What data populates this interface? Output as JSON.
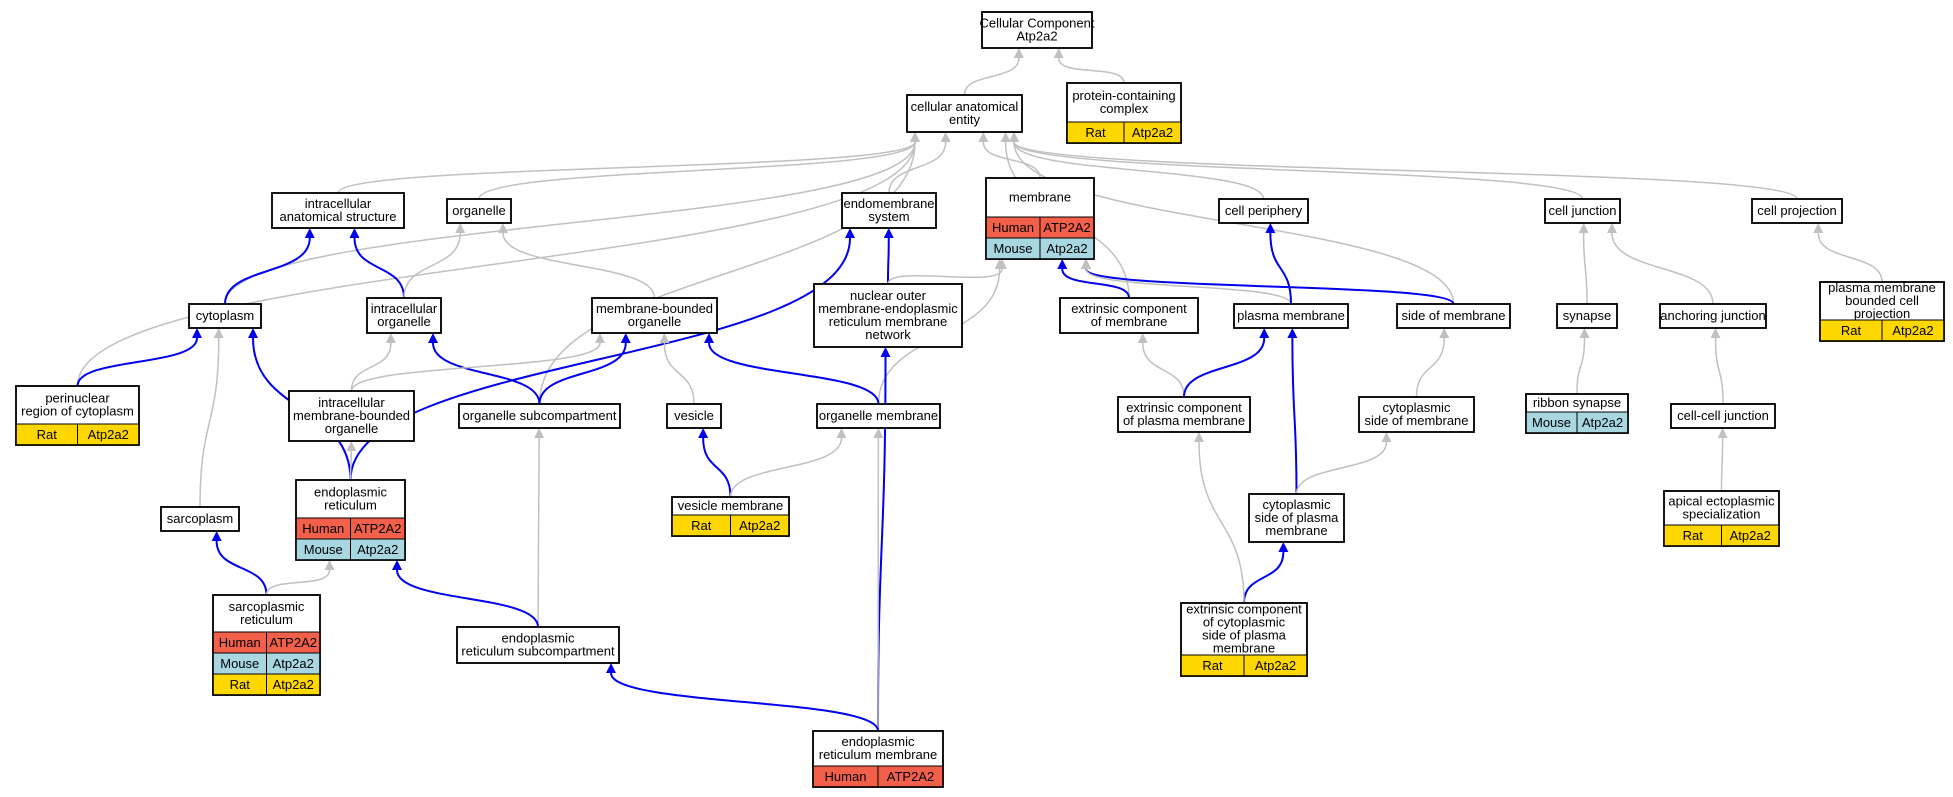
{
  "colors": {
    "human": "#f26049",
    "mouse": "#a8d7e2",
    "rat": "#ffd700",
    "edge_is_a": "#c0c0c0",
    "edge_part_of": "#0000ee"
  },
  "nodes": [
    {
      "id": "root",
      "lines": [
        "Cellular Component",
        "Atp2a2"
      ],
      "rows": []
    },
    {
      "id": "cae",
      "lines": [
        "cellular anatomical",
        "entity"
      ],
      "rows": []
    },
    {
      "id": "pcc",
      "lines": [
        "protein-containing",
        "complex"
      ],
      "rows": [
        {
          "sp": "rat",
          "species": "Rat",
          "gene": "Atp2a2"
        }
      ]
    },
    {
      "id": "ias",
      "lines": [
        "intracellular",
        "anatomical structure"
      ],
      "rows": []
    },
    {
      "id": "organelle",
      "lines": [
        "organelle"
      ],
      "rows": []
    },
    {
      "id": "endosys",
      "lines": [
        "endomembrane",
        "system"
      ],
      "rows": []
    },
    {
      "id": "membrane",
      "lines": [
        "membrane"
      ],
      "rows": [
        {
          "sp": "human",
          "species": "Human",
          "gene": "ATP2A2"
        },
        {
          "sp": "mouse",
          "species": "Mouse",
          "gene": "Atp2a2"
        }
      ]
    },
    {
      "id": "cellper",
      "lines": [
        "cell periphery"
      ],
      "rows": []
    },
    {
      "id": "celljunc",
      "lines": [
        "cell junction"
      ],
      "rows": []
    },
    {
      "id": "cellproj",
      "lines": [
        "cell projection"
      ],
      "rows": []
    },
    {
      "id": "cytoplasm",
      "lines": [
        "cytoplasm"
      ],
      "rows": []
    },
    {
      "id": "intorg",
      "lines": [
        "intracellular",
        "organelle"
      ],
      "rows": []
    },
    {
      "id": "mbo",
      "lines": [
        "membrane-bounded",
        "organelle"
      ],
      "rows": []
    },
    {
      "id": "nomerm",
      "lines": [
        "nuclear outer",
        "membrane-endoplasmic",
        "reticulum membrane",
        "network"
      ],
      "rows": []
    },
    {
      "id": "ecm",
      "lines": [
        "extrinsic component",
        "of membrane"
      ],
      "rows": []
    },
    {
      "id": "pm",
      "lines": [
        "plasma membrane"
      ],
      "rows": []
    },
    {
      "id": "som",
      "lines": [
        "side of membrane"
      ],
      "rows": []
    },
    {
      "id": "synapse",
      "lines": [
        "synapse"
      ],
      "rows": []
    },
    {
      "id": "anchjunc",
      "lines": [
        "anchoring junction"
      ],
      "rows": []
    },
    {
      "id": "pmbcp",
      "lines": [
        "plasma membrane",
        "bounded cell",
        "projection"
      ],
      "rows": [
        {
          "sp": "rat",
          "species": "Rat",
          "gene": "Atp2a2"
        }
      ]
    },
    {
      "id": "perinuc",
      "lines": [
        "perinuclear",
        "region of cytoplasm"
      ],
      "rows": [
        {
          "sp": "rat",
          "species": "Rat",
          "gene": "Atp2a2"
        }
      ]
    },
    {
      "id": "imbo",
      "lines": [
        "intracellular",
        "membrane-bounded",
        "organelle"
      ],
      "rows": []
    },
    {
      "id": "orgsub",
      "lines": [
        "organelle subcompartment"
      ],
      "rows": []
    },
    {
      "id": "vesicle",
      "lines": [
        "vesicle"
      ],
      "rows": []
    },
    {
      "id": "orgmem",
      "lines": [
        "organelle membrane"
      ],
      "rows": []
    },
    {
      "id": "ecpm",
      "lines": [
        "extrinsic component",
        "of plasma membrane"
      ],
      "rows": []
    },
    {
      "id": "csm",
      "lines": [
        "cytoplasmic",
        "side of membrane"
      ],
      "rows": []
    },
    {
      "id": "ribbon",
      "lines": [
        "ribbon synapse"
      ],
      "rows": [
        {
          "sp": "mouse",
          "species": "Mouse",
          "gene": "Atp2a2"
        }
      ]
    },
    {
      "id": "ccjunc",
      "lines": [
        "cell-cell junction"
      ],
      "rows": []
    },
    {
      "id": "er",
      "lines": [
        "endoplasmic",
        "reticulum"
      ],
      "rows": [
        {
          "sp": "human",
          "species": "Human",
          "gene": "ATP2A2"
        },
        {
          "sp": "mouse",
          "species": "Mouse",
          "gene": "Atp2a2"
        }
      ]
    },
    {
      "id": "sarcoplasm",
      "lines": [
        "sarcoplasm"
      ],
      "rows": []
    },
    {
      "id": "vesmem",
      "lines": [
        "vesicle membrane"
      ],
      "rows": [
        {
          "sp": "rat",
          "species": "Rat",
          "gene": "Atp2a2"
        }
      ]
    },
    {
      "id": "cspm",
      "lines": [
        "cytoplasmic",
        "side of plasma",
        "membrane"
      ],
      "rows": []
    },
    {
      "id": "aes",
      "lines": [
        "apical ectoplasmic",
        "specialization"
      ],
      "rows": [
        {
          "sp": "rat",
          "species": "Rat",
          "gene": "Atp2a2"
        }
      ]
    },
    {
      "id": "sr",
      "lines": [
        "sarcoplasmic",
        "reticulum"
      ],
      "rows": [
        {
          "sp": "human",
          "species": "Human",
          "gene": "ATP2A2"
        },
        {
          "sp": "mouse",
          "species": "Mouse",
          "gene": "Atp2a2"
        },
        {
          "sp": "rat",
          "species": "Rat",
          "gene": "Atp2a2"
        }
      ]
    },
    {
      "id": "ersub",
      "lines": [
        "endoplasmic",
        "reticulum subcompartment"
      ],
      "rows": []
    },
    {
      "id": "eccspm",
      "lines": [
        "extrinsic component",
        "of cytoplasmic",
        "side of plasma",
        "membrane"
      ],
      "rows": [
        {
          "sp": "rat",
          "species": "Rat",
          "gene": "Atp2a2"
        }
      ]
    },
    {
      "id": "ermem",
      "lines": [
        "endoplasmic",
        "reticulum membrane"
      ],
      "rows": [
        {
          "sp": "human",
          "species": "Human",
          "gene": "ATP2A2"
        }
      ]
    }
  ],
  "edges": [
    {
      "from": "cae",
      "to": "root",
      "type": "is_a"
    },
    {
      "from": "pcc",
      "to": "root",
      "type": "is_a"
    },
    {
      "from": "ias",
      "to": "cae",
      "type": "is_a"
    },
    {
      "from": "organelle",
      "to": "cae",
      "type": "is_a"
    },
    {
      "from": "endosys",
      "to": "cae",
      "type": "is_a"
    },
    {
      "from": "membrane",
      "to": "cae",
      "type": "is_a"
    },
    {
      "from": "cellper",
      "to": "cae",
      "type": "is_a"
    },
    {
      "from": "celljunc",
      "to": "cae",
      "type": "is_a"
    },
    {
      "from": "cellproj",
      "to": "cae",
      "type": "is_a"
    },
    {
      "from": "cytoplasm",
      "to": "cae",
      "type": "is_a"
    },
    {
      "from": "orgsub",
      "to": "cae",
      "type": "is_a"
    },
    {
      "from": "perinuc",
      "to": "cae",
      "type": "is_a"
    },
    {
      "from": "ecm",
      "to": "cae",
      "type": "is_a"
    },
    {
      "from": "som",
      "to": "cae",
      "type": "is_a"
    },
    {
      "from": "cytoplasm",
      "to": "ias",
      "type": "part_of"
    },
    {
      "from": "intorg",
      "to": "ias",
      "type": "part_of"
    },
    {
      "from": "intorg",
      "to": "organelle",
      "type": "is_a"
    },
    {
      "from": "mbo",
      "to": "organelle",
      "type": "is_a"
    },
    {
      "from": "nomerm",
      "to": "endosys",
      "type": "part_of"
    },
    {
      "from": "er",
      "to": "endosys",
      "type": "part_of"
    },
    {
      "from": "nomerm",
      "to": "membrane",
      "type": "is_a"
    },
    {
      "from": "ecm",
      "to": "membrane",
      "type": "part_of"
    },
    {
      "from": "som",
      "to": "membrane",
      "type": "part_of"
    },
    {
      "from": "pm",
      "to": "membrane",
      "type": "is_a"
    },
    {
      "from": "orgmem",
      "to": "membrane",
      "type": "is_a"
    },
    {
      "from": "pm",
      "to": "cellper",
      "type": "part_of"
    },
    {
      "from": "synapse",
      "to": "celljunc",
      "type": "is_a"
    },
    {
      "from": "anchjunc",
      "to": "celljunc",
      "type": "is_a"
    },
    {
      "from": "pmbcp",
      "to": "cellproj",
      "type": "is_a"
    },
    {
      "from": "perinuc",
      "to": "cytoplasm",
      "type": "part_of"
    },
    {
      "from": "er",
      "to": "cytoplasm",
      "type": "part_of"
    },
    {
      "from": "sarcoplasm",
      "to": "cytoplasm",
      "type": "is_a"
    },
    {
      "from": "orgsub",
      "to": "intorg",
      "type": "part_of"
    },
    {
      "from": "imbo",
      "to": "intorg",
      "type": "is_a"
    },
    {
      "from": "imbo",
      "to": "mbo",
      "type": "is_a"
    },
    {
      "from": "orgsub",
      "to": "mbo",
      "type": "part_of"
    },
    {
      "from": "vesicle",
      "to": "mbo",
      "type": "is_a"
    },
    {
      "from": "orgmem",
      "to": "mbo",
      "type": "part_of"
    },
    {
      "from": "ermem",
      "to": "nomerm",
      "type": "part_of"
    },
    {
      "from": "ecpm",
      "to": "ecm",
      "type": "is_a"
    },
    {
      "from": "ecpm",
      "to": "pm",
      "type": "part_of"
    },
    {
      "from": "cspm",
      "to": "pm",
      "type": "part_of"
    },
    {
      "from": "csm",
      "to": "som",
      "type": "is_a"
    },
    {
      "from": "ribbon",
      "to": "synapse",
      "type": "is_a"
    },
    {
      "from": "ccjunc",
      "to": "anchjunc",
      "type": "is_a"
    },
    {
      "from": "er",
      "to": "imbo",
      "type": "is_a"
    },
    {
      "from": "ersub",
      "to": "orgsub",
      "type": "is_a"
    },
    {
      "from": "vesmem",
      "to": "vesicle",
      "type": "part_of"
    },
    {
      "from": "vesmem",
      "to": "orgmem",
      "type": "is_a"
    },
    {
      "from": "ermem",
      "to": "orgmem",
      "type": "is_a"
    },
    {
      "from": "cspm",
      "to": "csm",
      "type": "is_a"
    },
    {
      "from": "aes",
      "to": "ccjunc",
      "type": "is_a"
    },
    {
      "from": "sr",
      "to": "sarcoplasm",
      "type": "part_of"
    },
    {
      "from": "sr",
      "to": "er",
      "type": "is_a"
    },
    {
      "from": "ersub",
      "to": "er",
      "type": "part_of"
    },
    {
      "from": "eccspm",
      "to": "cspm",
      "type": "part_of"
    },
    {
      "from": "eccspm",
      "to": "ecpm",
      "type": "is_a"
    },
    {
      "from": "ermem",
      "to": "ersub",
      "type": "part_of"
    }
  ]
}
